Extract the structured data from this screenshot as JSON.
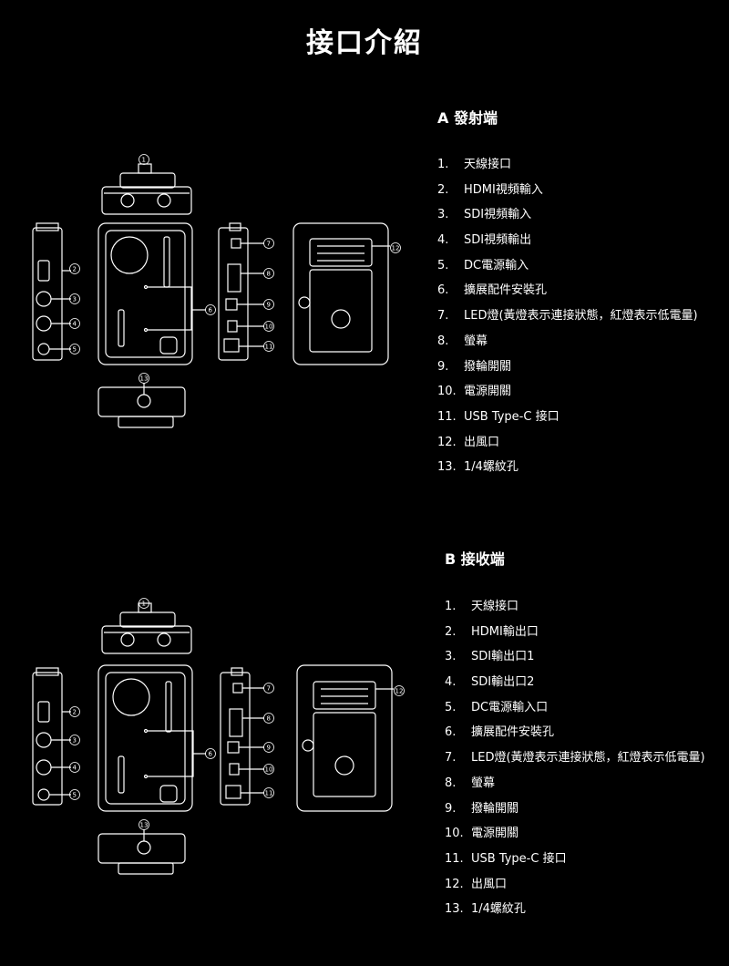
{
  "page_title": "接口介紹",
  "sections": [
    {
      "title": "A 發射端",
      "items": [
        {
          "num": "1.",
          "label": "天線接口"
        },
        {
          "num": "2.",
          "label": "HDMI視頻輸入"
        },
        {
          "num": "3.",
          "label": "SDI視頻輸入"
        },
        {
          "num": "4.",
          "label": "SDI視頻輸出"
        },
        {
          "num": "5.",
          "label": "DC電源輸入"
        },
        {
          "num": "6.",
          "label": "擴展配件安裝孔"
        },
        {
          "num": "7.",
          "label": "LED燈(黃燈表示連接狀態，紅燈表示低電量)"
        },
        {
          "num": "8.",
          "label": "螢幕"
        },
        {
          "num": "9.",
          "label": "撥輪開關"
        },
        {
          "num": "10.",
          "label": "電源開關"
        },
        {
          "num": "11.",
          "label": "USB Type-C 接口"
        },
        {
          "num": "12.",
          "label": "出風口"
        },
        {
          "num": "13.",
          "label": "1/4螺紋孔"
        }
      ]
    },
    {
      "title": "B 接收端",
      "items": [
        {
          "num": "1.",
          "label": "天線接口"
        },
        {
          "num": "2.",
          "label": "HDMI輸出口"
        },
        {
          "num": "3.",
          "label": "SDI輸出口1"
        },
        {
          "num": "4.",
          "label": "SDI輸出口2"
        },
        {
          "num": "5.",
          "label": "DC電源輸入口"
        },
        {
          "num": "6.",
          "label": "擴展配件安裝孔"
        },
        {
          "num": "7.",
          "label": "LED燈(黃燈表示連接狀態，紅燈表示低電量)"
        },
        {
          "num": "8.",
          "label": "螢幕"
        },
        {
          "num": "9.",
          "label": "撥輪開關"
        },
        {
          "num": "10.",
          "label": "電源開關"
        },
        {
          "num": "11.",
          "label": "USB Type-C 接口"
        },
        {
          "num": "12.",
          "label": "出風口"
        },
        {
          "num": "13.",
          "label": "1/4螺紋孔"
        }
      ]
    }
  ],
  "diagram_callouts": [
    "①",
    "②",
    "③",
    "④",
    "⑤",
    "⑥",
    "⑦",
    "⑧",
    "⑨",
    "⑩",
    "⑪",
    "⑫",
    "⑬"
  ]
}
